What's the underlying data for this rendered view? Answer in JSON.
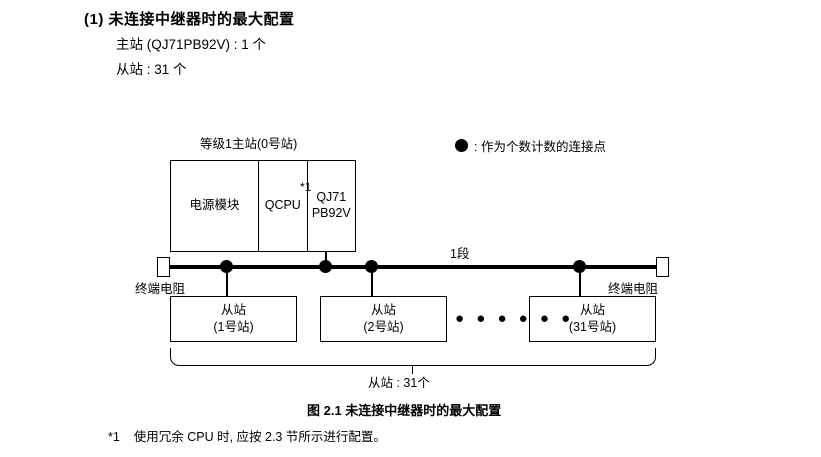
{
  "heading": {
    "number": "(1)",
    "text": "未连接中继器时的最大配置"
  },
  "spec_lines": {
    "master": "主站 (QJ71PB92V) : 1 个",
    "slave": "从站 : 31 个"
  },
  "legend": {
    "marker": "filled-circle",
    "text": ": 作为个数计数的连接点"
  },
  "diagram": {
    "master_label": "等级1主站(0号站)",
    "rack": {
      "power": "电源模块",
      "cpu": "QCPU",
      "network_line1": "QJ71",
      "network_line2": "PB92V",
      "footnote_marker": "*1"
    },
    "segment_label": "1段",
    "terminator_left": "终端电阻",
    "terminator_right": "终端电阻",
    "slaves": [
      {
        "title": "从站",
        "sub": "(1号站)"
      },
      {
        "title": "从站",
        "sub": "(2号站)"
      },
      {
        "title": "从站",
        "sub": "(31号站)"
      }
    ],
    "ellipsis": "● ● ● ● ● ●",
    "brace_label": "从站 : 31个"
  },
  "caption": "图 2.1  未连接中继器时的最大配置",
  "footnote": {
    "marker": "*1",
    "text": "使用冗余 CPU 时, 应按 2.3 节所示进行配置。"
  }
}
